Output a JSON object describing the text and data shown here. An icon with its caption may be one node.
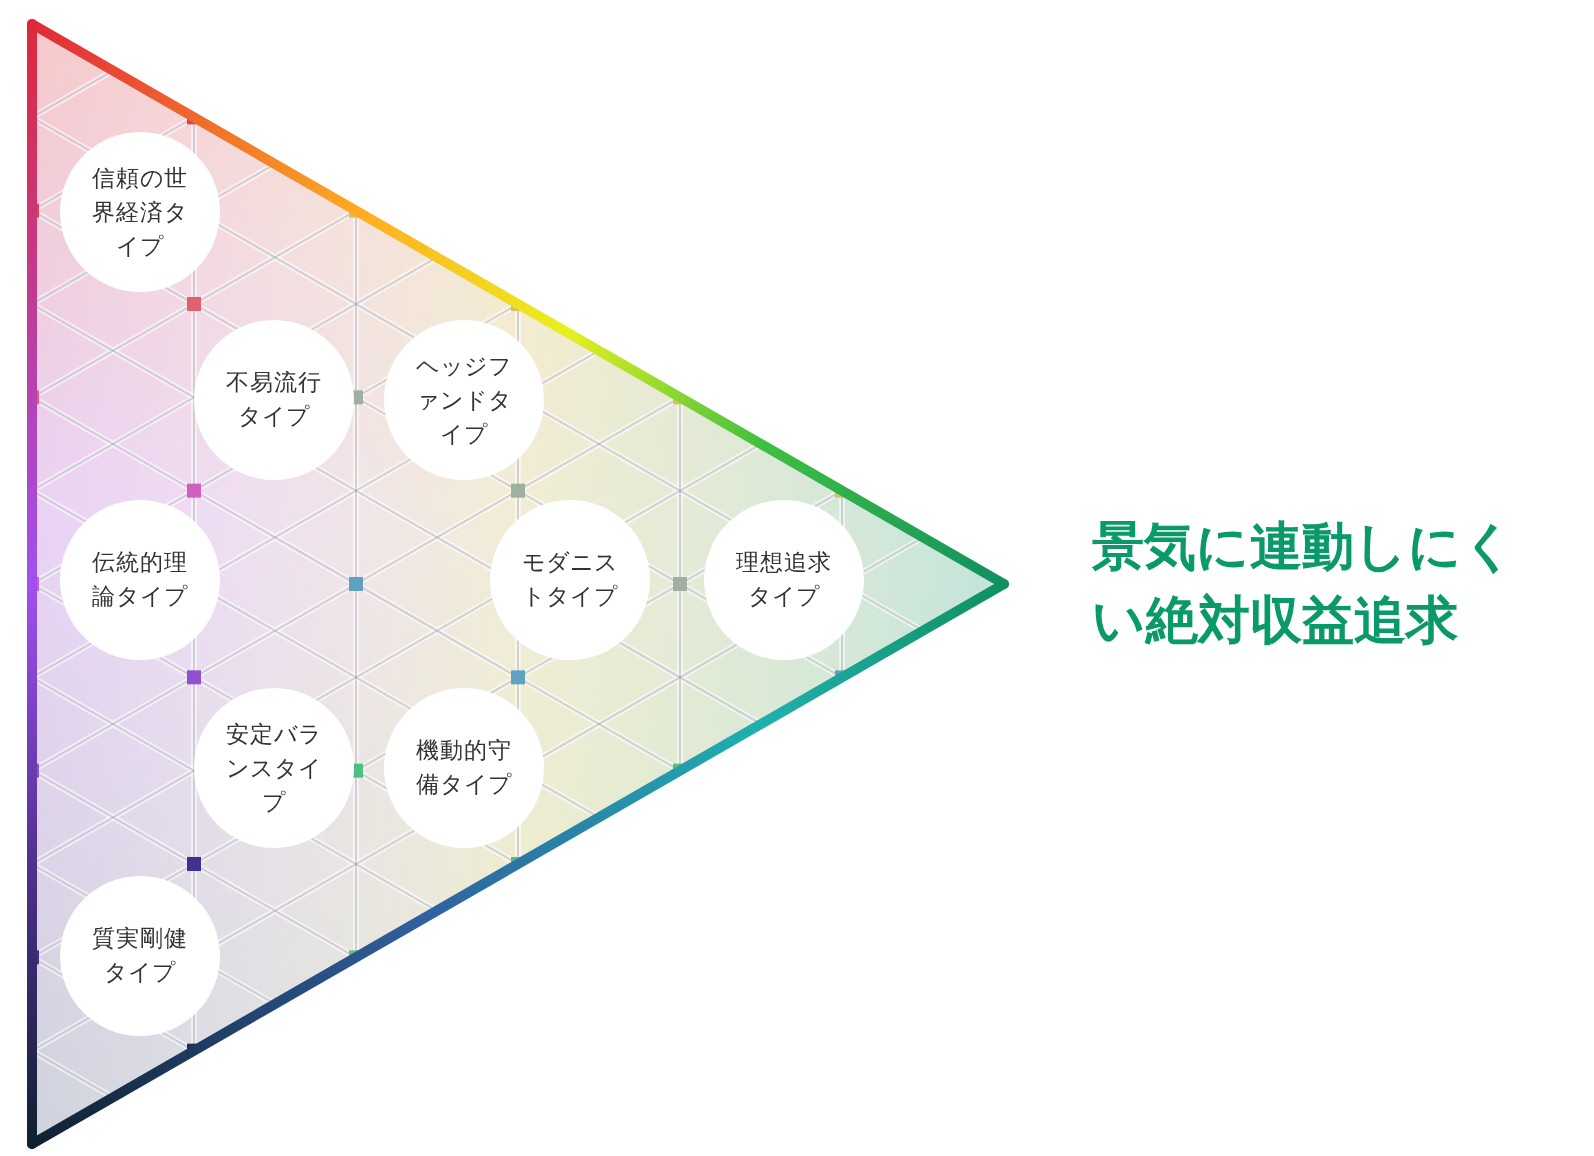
{
  "diagram": {
    "title": "景気に連動しにくい絶対収益追求",
    "nodes": [
      {
        "text": [
          "信頼の世界経済タイプ"
        ]
      },
      {
        "text": [
          "不易流行タイプ"
        ]
      },
      {
        "text": [
          "ヘッジファンドタイプ"
        ]
      },
      {
        "text": [
          "伝統的理論タイプ"
        ]
      },
      {
        "text": [
          "モダニストタイプ"
        ]
      },
      {
        "text": [
          "理想追求タイプ"
        ]
      },
      {
        "text": [
          "安定バランスタイプ"
        ]
      },
      {
        "text": [
          "機動的守備タイプ"
        ]
      },
      {
        "text": [
          "質実剛健タイプ"
        ]
      }
    ]
  }
}
